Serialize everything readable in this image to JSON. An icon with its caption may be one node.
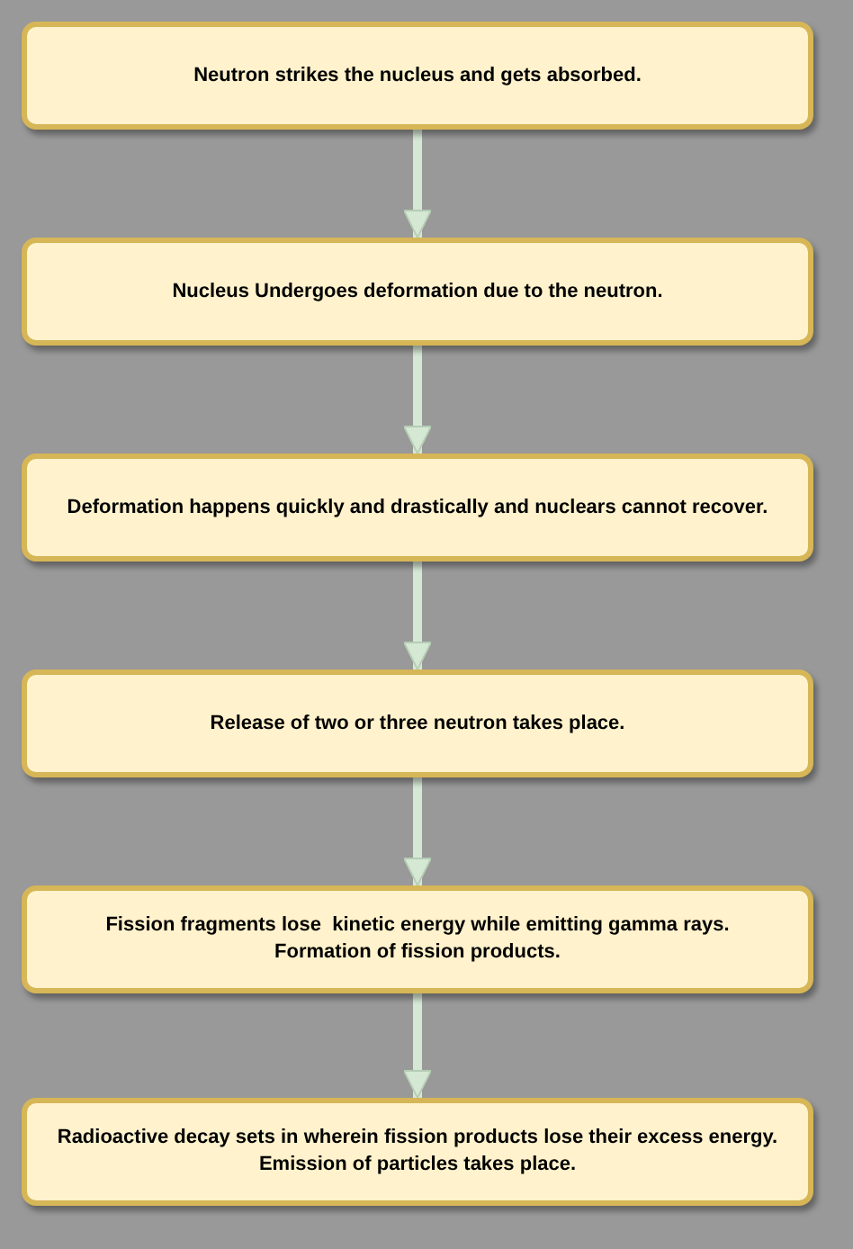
{
  "diagram": {
    "nodes": [
      {
        "text": [
          "Neutron strikes the nucleus and gets absorbed."
        ]
      },
      {
        "text": [
          "Nucleus Undergoes deformation due to the neutron."
        ]
      },
      {
        "text": [
          "Deformation happens quickly and drastically and nuclears cannot recover."
        ]
      },
      {
        "text": [
          "Release of two or three neutron takes place."
        ]
      },
      {
        "text": [
          "Fission fragments lose  kinetic energy while emitting gamma rays.",
          "Formation of fission products."
        ]
      },
      {
        "text": [
          "Radioactive decay sets in wherein fission products lose their excess energy.",
          "Emission of particles takes place."
        ]
      }
    ],
    "edges": [
      {
        "from": 0,
        "to": 1,
        "arrow": "to"
      },
      {
        "from": 1,
        "to": 2,
        "arrow": "to"
      },
      {
        "from": 2,
        "to": 3,
        "arrow": "to"
      },
      {
        "from": 3,
        "to": 4,
        "arrow": "to"
      },
      {
        "from": 4,
        "to": 5,
        "arrow": "to"
      }
    ]
  }
}
